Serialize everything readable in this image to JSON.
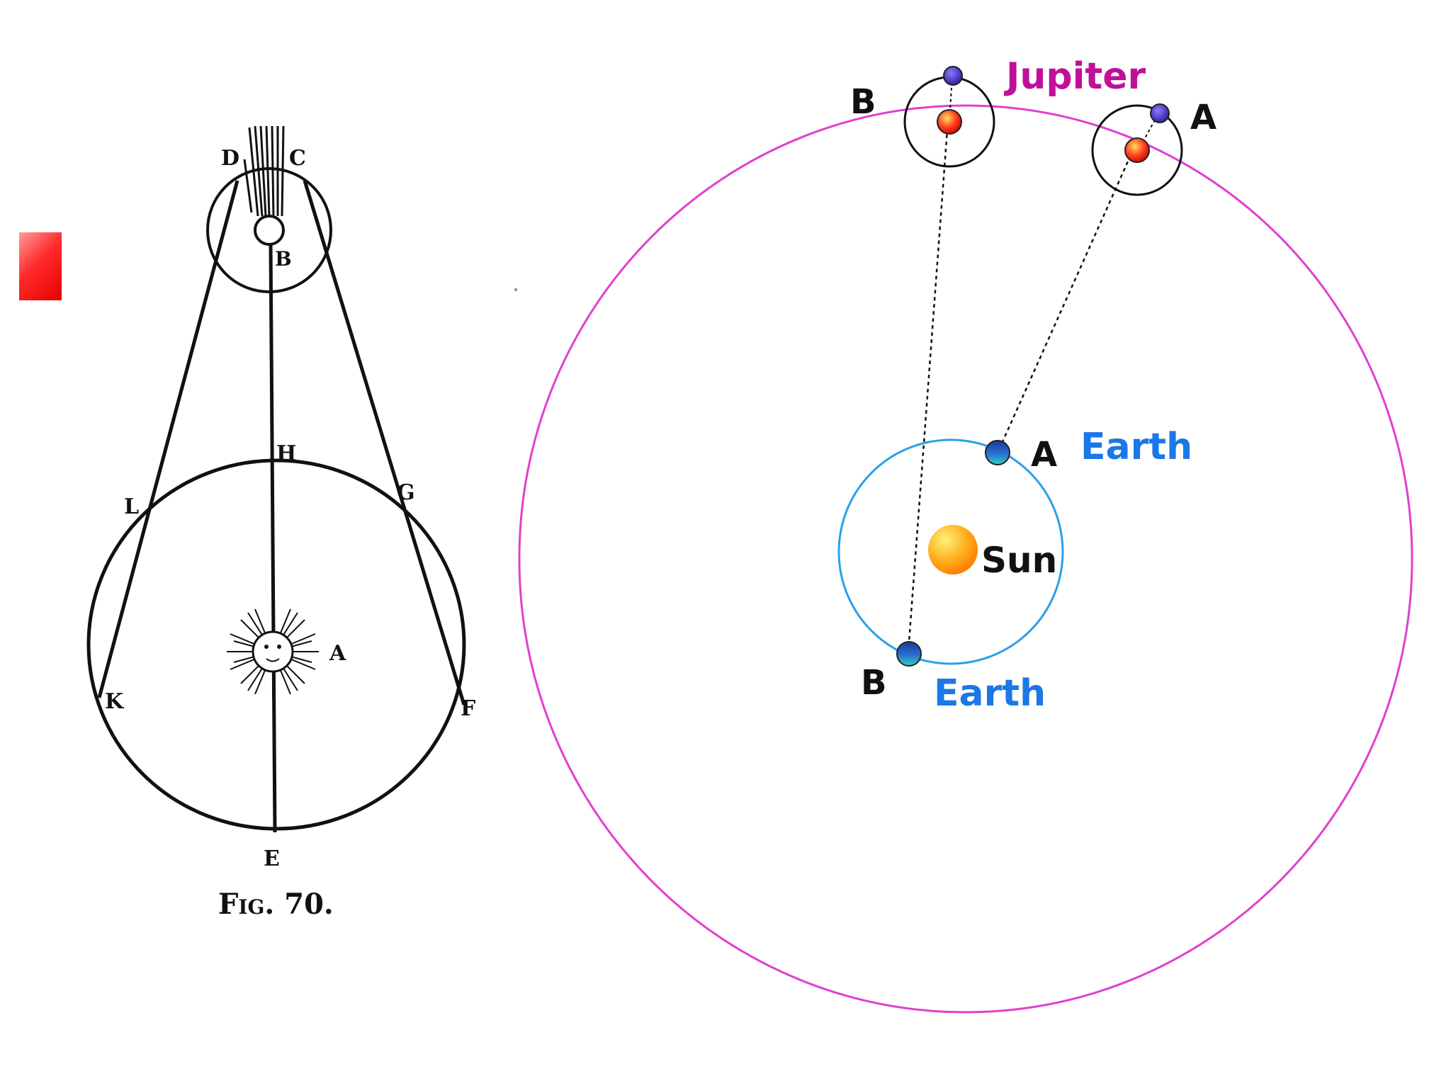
{
  "colors": {
    "jupiter_orbit": "#e040d0",
    "earth_orbit": "#2aa0e8",
    "jupiter_label": "#c0109a",
    "earth_label": "#1a78e8",
    "ink": "#111111",
    "marker": "#ff2020"
  },
  "left_figure": {
    "caption": "Fig. 70.",
    "labels": {
      "d": "D",
      "c": "C",
      "b": "B",
      "h": "H",
      "l": "L",
      "g": "G",
      "a": "A",
      "k": "K",
      "f": "F",
      "e": "E"
    }
  },
  "right_figure": {
    "jupiter_label": "Jupiter",
    "sun_label": "Sun",
    "earth_label_a": "Earth",
    "earth_label_b": "Earth",
    "jupiter_pos_a": "A",
    "jupiter_pos_b": "B",
    "earth_pos_a": "A",
    "earth_pos_b": "B"
  }
}
